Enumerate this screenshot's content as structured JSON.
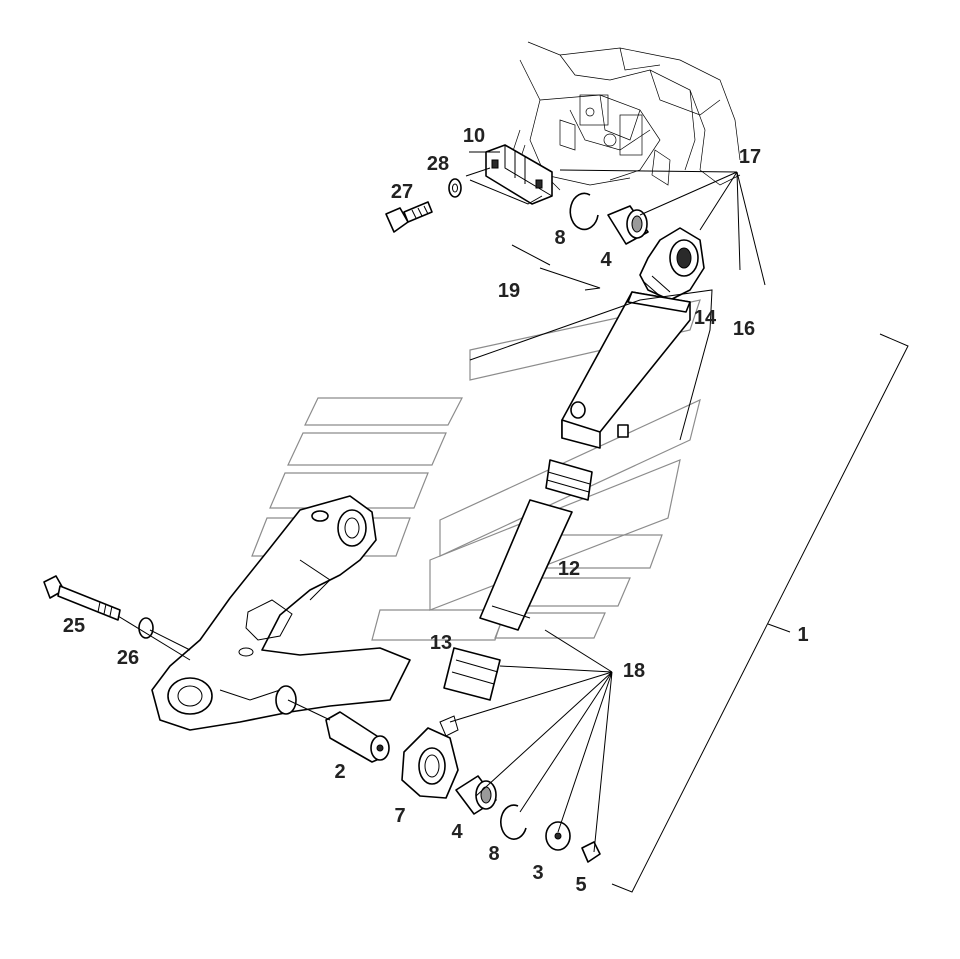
{
  "callouts": {
    "c1": "1",
    "c2": "2",
    "c3": "3",
    "c4a": "4",
    "c4b": "4",
    "c5": "5",
    "c7": "7",
    "c8a": "8",
    "c8b": "8",
    "c10": "10",
    "c12": "12",
    "c13": "13",
    "c14": "14",
    "c16": "16",
    "c17": "17",
    "c18": "18",
    "c19": "19",
    "c25": "25",
    "c26": "26",
    "c27": "27",
    "c28": "28"
  }
}
